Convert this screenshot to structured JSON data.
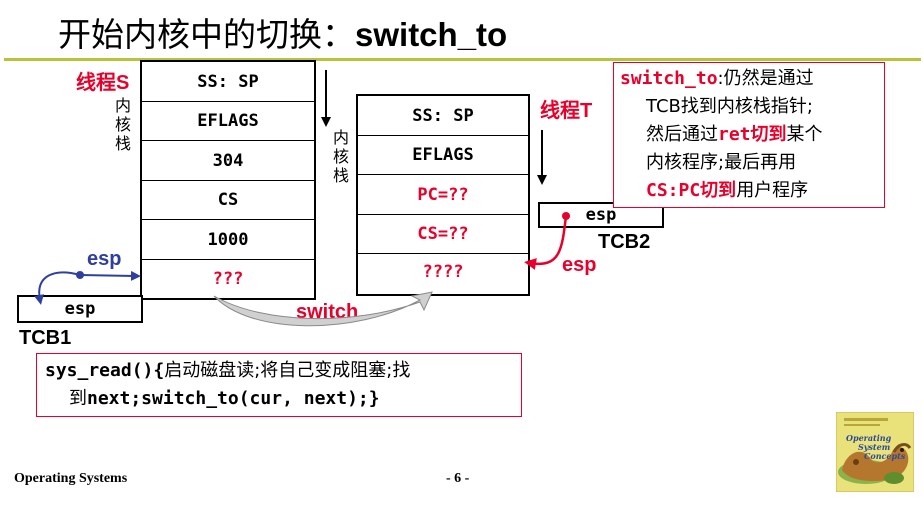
{
  "title": {
    "zh": "开始内核中的切换：",
    "en": "switch_to"
  },
  "thread_s": {
    "label_zh": "线程",
    "label_en": "S",
    "side_label": "内核栈",
    "cells": [
      "SS: SP",
      "EFLAGS",
      "304",
      "CS",
      "1000",
      "???"
    ]
  },
  "thread_t": {
    "label_zh": "线程",
    "label_en": "T",
    "side_label": "内核栈",
    "cells": [
      "SS: SP",
      "EFLAGS",
      "PC=??",
      "CS=??",
      "????"
    ]
  },
  "tcb1": {
    "field": "esp",
    "label": "TCB1",
    "pointer_label": "esp"
  },
  "tcb2": {
    "field": "esp",
    "label": "TCB2",
    "pointer_label": "esp"
  },
  "switch_label": "switch",
  "note_right": {
    "l1a": "switch_to",
    "l1b": ":仍然是通过",
    "l2": "TCB找到内核栈指针;",
    "l3a": "然后通过",
    "l3b": "ret切到",
    "l3c": "某个",
    "l4": "内核程序;最后再用",
    "l5a": "CS:PC切到",
    "l5b": "用户程序"
  },
  "note_bottom": {
    "l1a": "sys_read(){",
    "l1b": "启动磁盘读;将自己变成阻塞;找",
    "l2a": "到",
    "l2b": "next;switch_to(cur, next);}"
  },
  "footer": {
    "left": "Operating Systems",
    "page": "- 6 -"
  },
  "book_cover": {
    "line1": "Operating",
    "line2": "System",
    "line3": "Concepts"
  },
  "colors": {
    "red": "#e8002b",
    "blue": "#2f3f9e",
    "underline": "#b9c23a"
  }
}
